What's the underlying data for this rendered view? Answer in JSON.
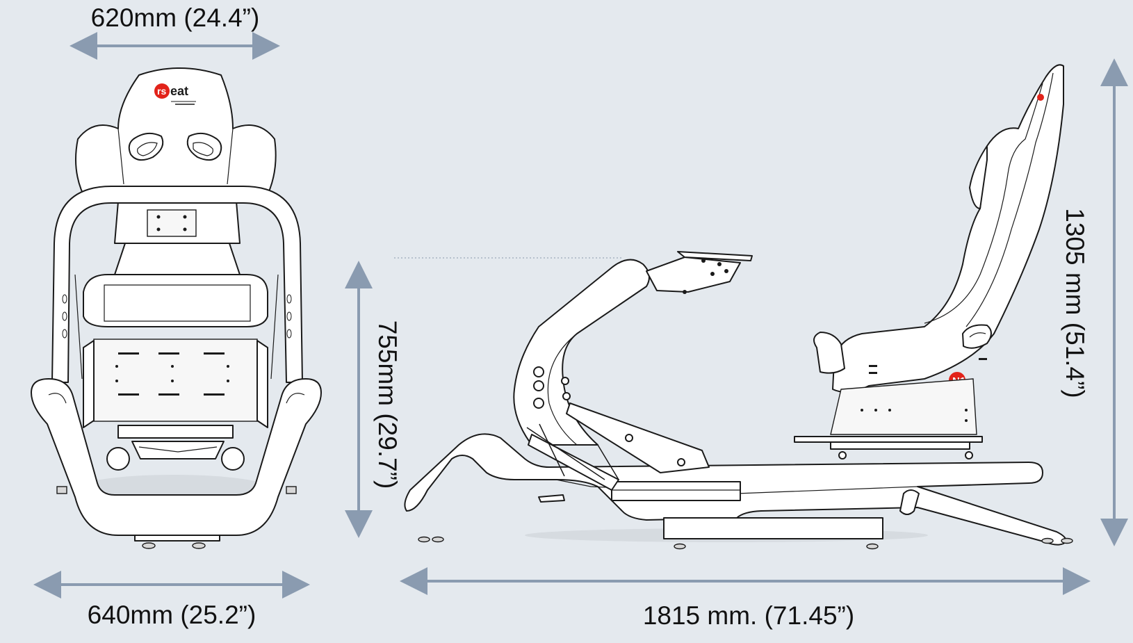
{
  "dimensions": {
    "front_top_width": "620mm (24.4”)",
    "front_bottom_width": "640mm (25.2”)",
    "side_length": "1815 mm. (71.45”)",
    "side_wheel_height": "755mm (29.7”)",
    "side_total_height": "1305 mm (51.4”)"
  },
  "branding": {
    "logo_prefix": "rs",
    "logo_suffix": "eat",
    "badge": "N1"
  },
  "colors": {
    "background": "#e4e9ee",
    "arrow": "#8a9bb0",
    "line": "#1a1a1a",
    "brand_red": "#e2231a"
  },
  "icons": [
    "front-view-simulator-rig",
    "side-view-simulator-rig",
    "dimension-arrow"
  ]
}
